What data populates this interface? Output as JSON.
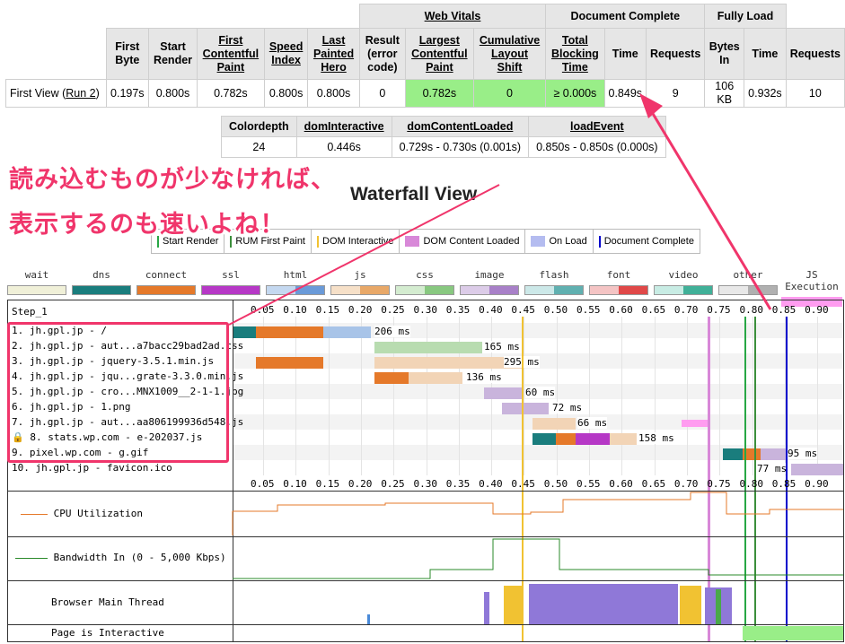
{
  "metrics": {
    "group_headers": [
      "Web Vitals",
      "Document Complete",
      "Fully Load"
    ],
    "columns": [
      "First Byte",
      "Start Render",
      "First Contentful Paint",
      "Speed Index",
      "Last Painted Hero",
      "Result (error code)",
      "Largest Contentful Paint",
      "Cumulative Layout Shift",
      "Total Blocking Time",
      "Time",
      "Requests",
      "Bytes In",
      "Time",
      "Requests"
    ],
    "row_label": "First View (",
    "row_link": "Run 2",
    "row_label_end": ")",
    "values": [
      "0.197s",
      "0.800s",
      "0.782s",
      "0.800s",
      "0.800s",
      "0",
      "0.782s",
      "0",
      "≥ 0.000s",
      "0.849s",
      "9",
      "106 KB",
      "0.932s",
      "10"
    ]
  },
  "dom_table": {
    "headers": [
      "Colordepth",
      "domInteractive",
      "domContentLoaded",
      "loadEvent"
    ],
    "values": [
      "24",
      "0.446s",
      "0.729s - 0.730s (0.001s)",
      "0.850s - 0.850s (0.000s)"
    ]
  },
  "annotation": {
    "line1": "読み込むものが少なければ、",
    "line2": "表示するのも速いよね！",
    "color": "#f0356b"
  },
  "waterfall": {
    "title": "Waterfall View",
    "legend": [
      {
        "label": "Start Render",
        "color": "#28a745",
        "kind": "line"
      },
      {
        "label": "RUM First Paint",
        "color": "#3c8f3c",
        "kind": "line"
      },
      {
        "label": "DOM Interactive",
        "color": "#f1c232",
        "kind": "line"
      },
      {
        "label": "DOM Content Loaded",
        "color": "#d888d8",
        "kind": "box"
      },
      {
        "label": "On Load",
        "color": "#b4bcf0",
        "kind": "box"
      },
      {
        "label": "Document Complete",
        "color": "#0000cc",
        "kind": "line"
      }
    ],
    "types": [
      {
        "label": "wait",
        "color": "#f0f0d8"
      },
      {
        "label": "dns",
        "color": "#1a7d7d"
      },
      {
        "label": "connect",
        "color": "#e5792a"
      },
      {
        "label": "ssl",
        "color": "#b638c6"
      },
      {
        "label": "html",
        "color": "#a8c4e8"
      },
      {
        "label": "js",
        "color": "#f2d4b6"
      },
      {
        "label": "css",
        "color": "#b8dcb0"
      },
      {
        "label": "image",
        "color": "#c9b4dc"
      },
      {
        "label": "flash",
        "color": "#b6dede"
      },
      {
        "label": "font",
        "color": "#f0a8a8"
      },
      {
        "label": "video",
        "color": "#a8dcd4"
      },
      {
        "label": "other",
        "color": "#d8d8d8"
      },
      {
        "label": "JS Execution",
        "color": "#ff9cf0"
      }
    ],
    "step_label": "Step_1",
    "ticks": [
      "0.05",
      "0.10",
      "0.15",
      "0.20",
      "0.25",
      "0.30",
      "0.35",
      "0.40",
      "0.45",
      "0.50",
      "0.55",
      "0.60",
      "0.65",
      "0.70",
      "0.75",
      "0.80",
      "0.85",
      "0.90"
    ],
    "requests": [
      {
        "label": "1. jh.gpl.jp - /",
        "ms": "206 ms"
      },
      {
        "label": "2. jh.gpl.jp - aut...a7bacc29bad2ad.css",
        "ms": "165 ms"
      },
      {
        "label": "3. jh.gpl.jp - jquery-3.5.1.min.js",
        "ms": "295 ms"
      },
      {
        "label": "4. jh.gpl.jp - jqu...grate-3.3.0.min.js",
        "ms": "136 ms"
      },
      {
        "label": "5. jh.gpl.jp - cro...MNX1009__2-1-1.jpg",
        "ms": "60 ms"
      },
      {
        "label": "6. jh.gpl.jp - 1.png",
        "ms": "72 ms"
      },
      {
        "label": "7. jh.gpl.jp - aut...aa806199936d548.js",
        "ms": "66 ms"
      },
      {
        "label": "8. stats.wp.com - e-202037.js",
        "ms": "158 ms"
      },
      {
        "label": "9. pixel.wp.com - g.gif",
        "ms": "95 ms"
      },
      {
        "label": "10. jh.gpl.jp - favicon.ico",
        "ms": "77 ms"
      }
    ],
    "graphs": {
      "cpu": "CPU Utilization",
      "bandwidth": "Bandwidth In (0 - 5,000 Kbps)",
      "main_thread": "Browser Main Thread",
      "interactive": "Page is Interactive"
    }
  }
}
